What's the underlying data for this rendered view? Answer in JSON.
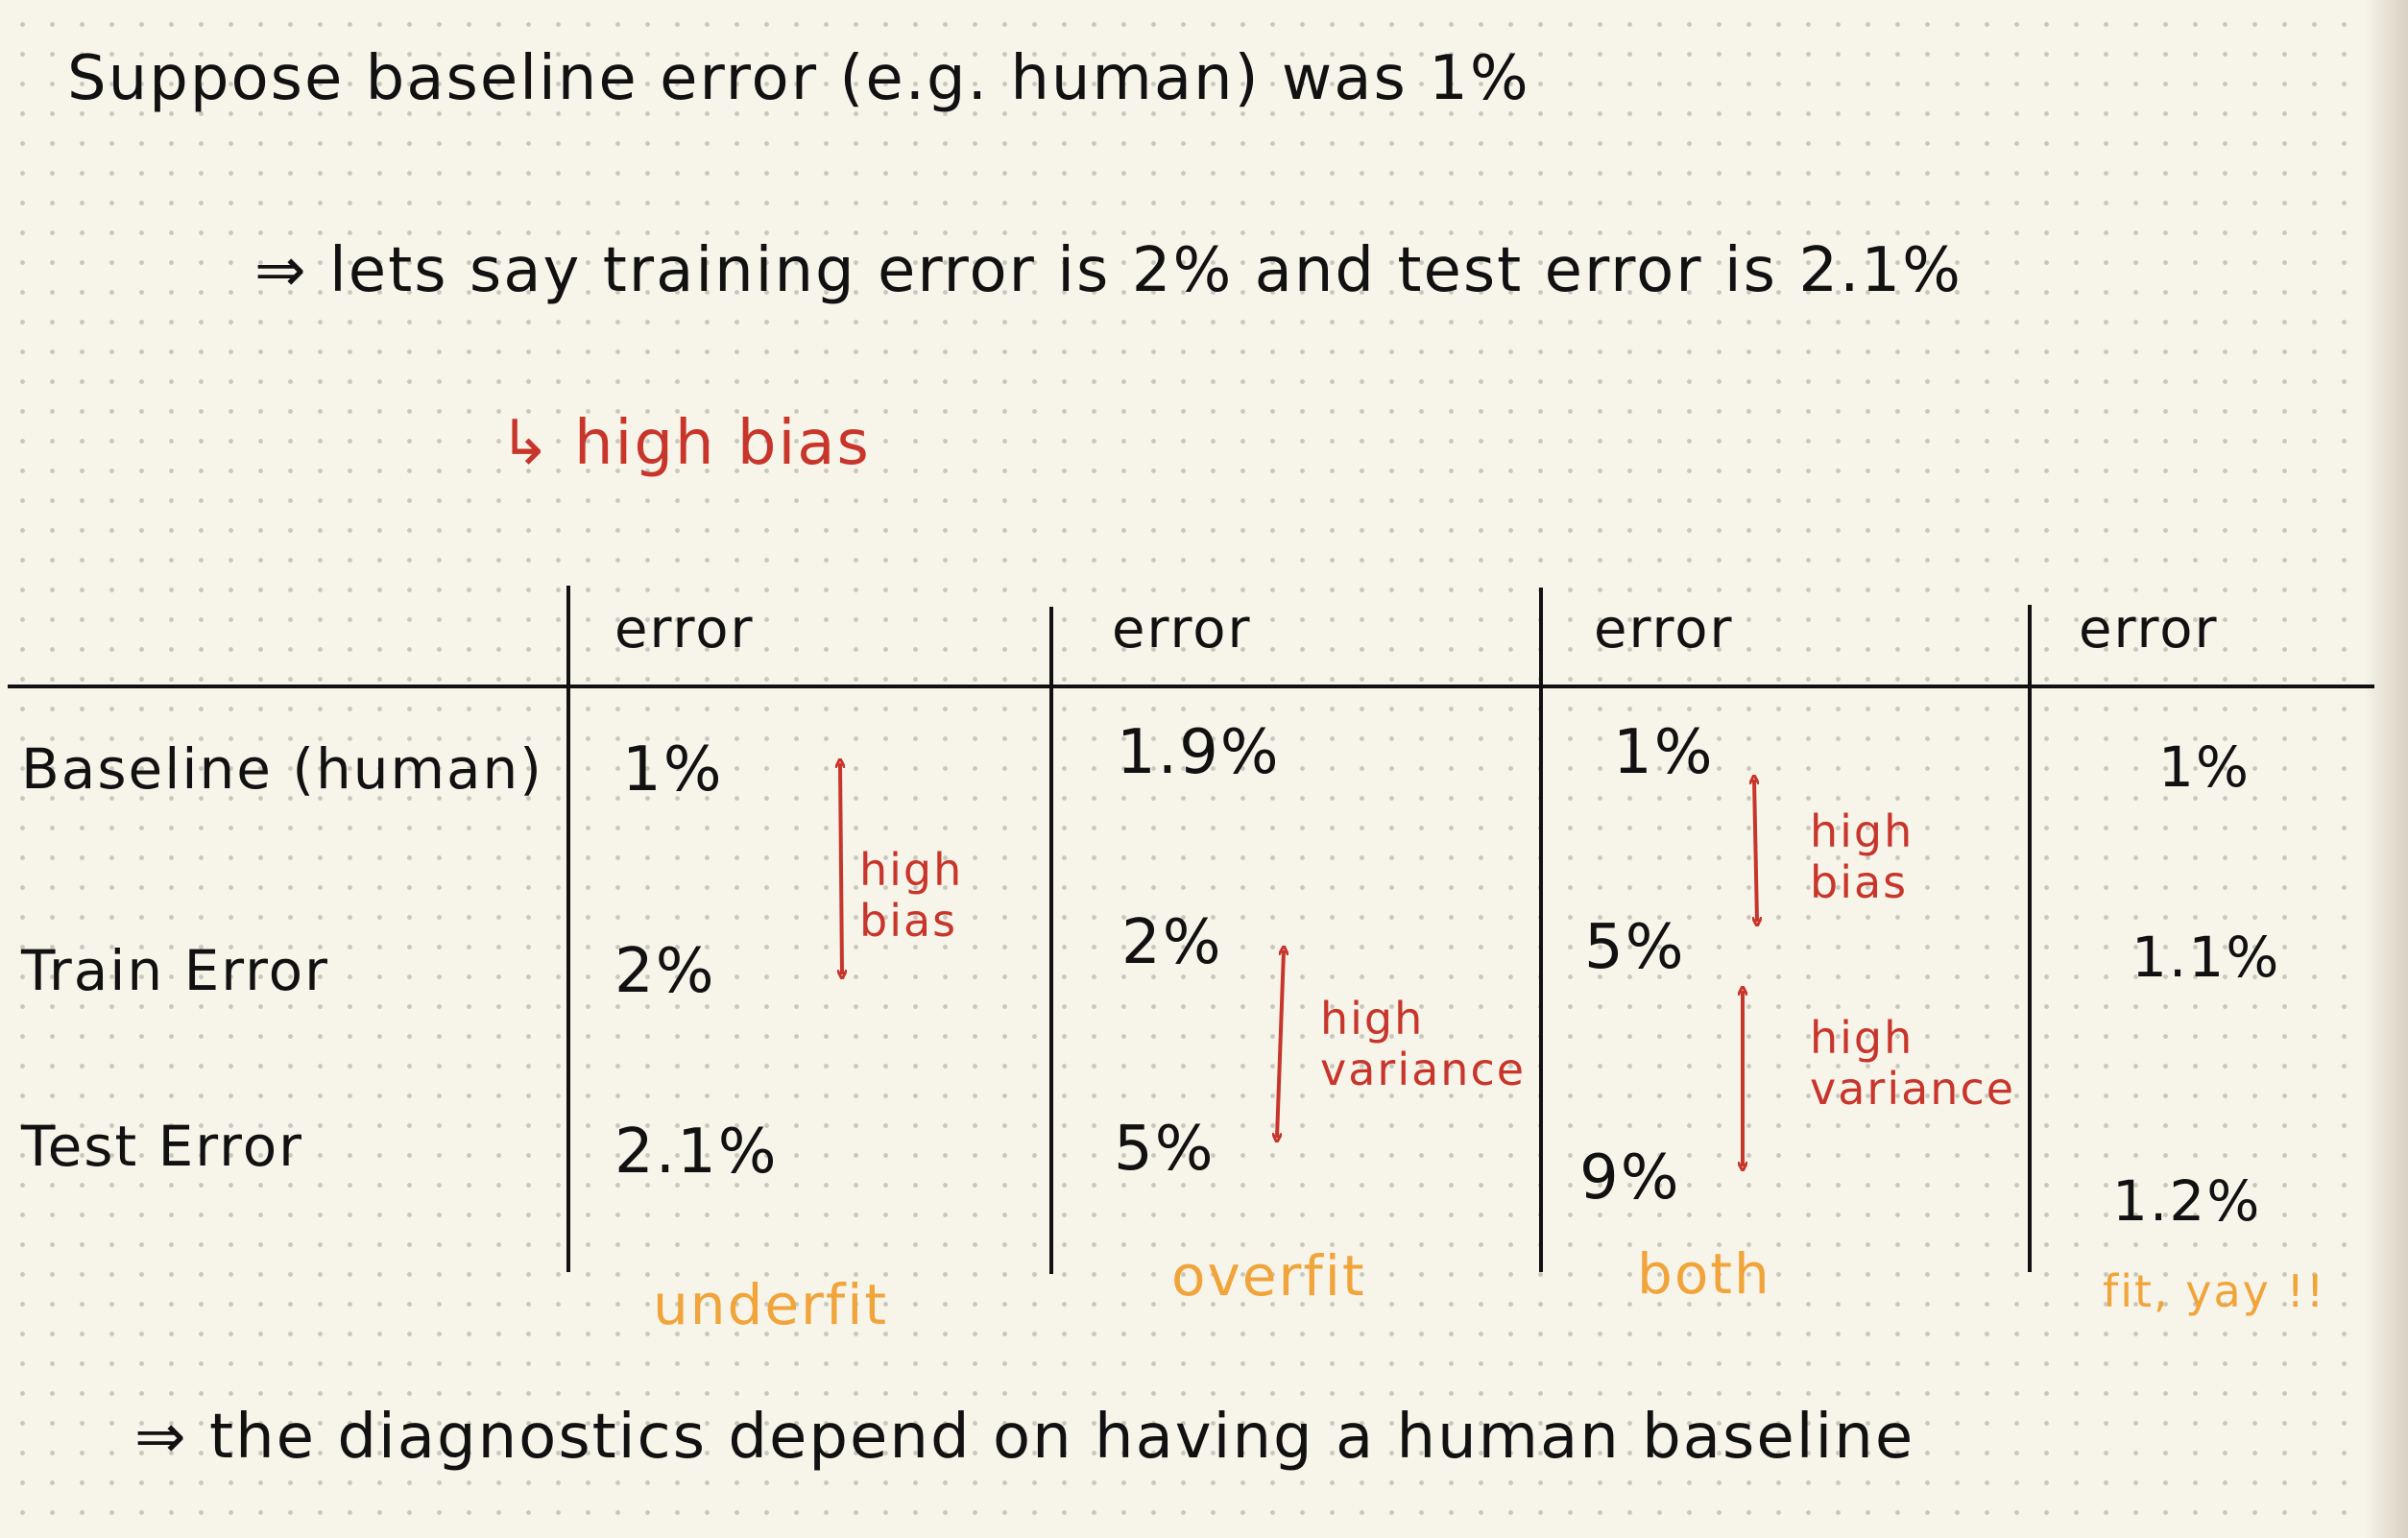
{
  "intro": {
    "line1": "Suppose baseline error (e.g. human) was 1%",
    "line2": "⇒ lets say training error is 2% and test error is 2.1%",
    "arrow_note": "↳ high bias"
  },
  "table": {
    "row_labels": [
      "Baseline (human)",
      "Train Error",
      "Test Error"
    ],
    "columns": [
      {
        "header": "error",
        "baseline": "1%",
        "train": "2%",
        "test": "2.1%",
        "annotations": [
          "high bias"
        ],
        "verdict": "underfit"
      },
      {
        "header": "error",
        "baseline": "1.9%",
        "train": "2%",
        "test": "5%",
        "annotations": [
          "high variance"
        ],
        "verdict": "overfit"
      },
      {
        "header": "error",
        "baseline": "1%",
        "train": "5%",
        "test": "9%",
        "annotations": [
          "high bias",
          "high variance"
        ],
        "verdict": "both"
      },
      {
        "header": "error",
        "baseline": "1%",
        "train": "1.1%",
        "test": "1.2%",
        "annotations": [],
        "verdict": "fit, yay !!"
      }
    ]
  },
  "conclusion": "⇒ the diagnostics depend on having a human baseline",
  "colors": {
    "ink": "#111111",
    "red": "#c8352a",
    "orange": "#f0a43a",
    "paper": "#f7f4ea",
    "dots": "#c9c6bd"
  }
}
